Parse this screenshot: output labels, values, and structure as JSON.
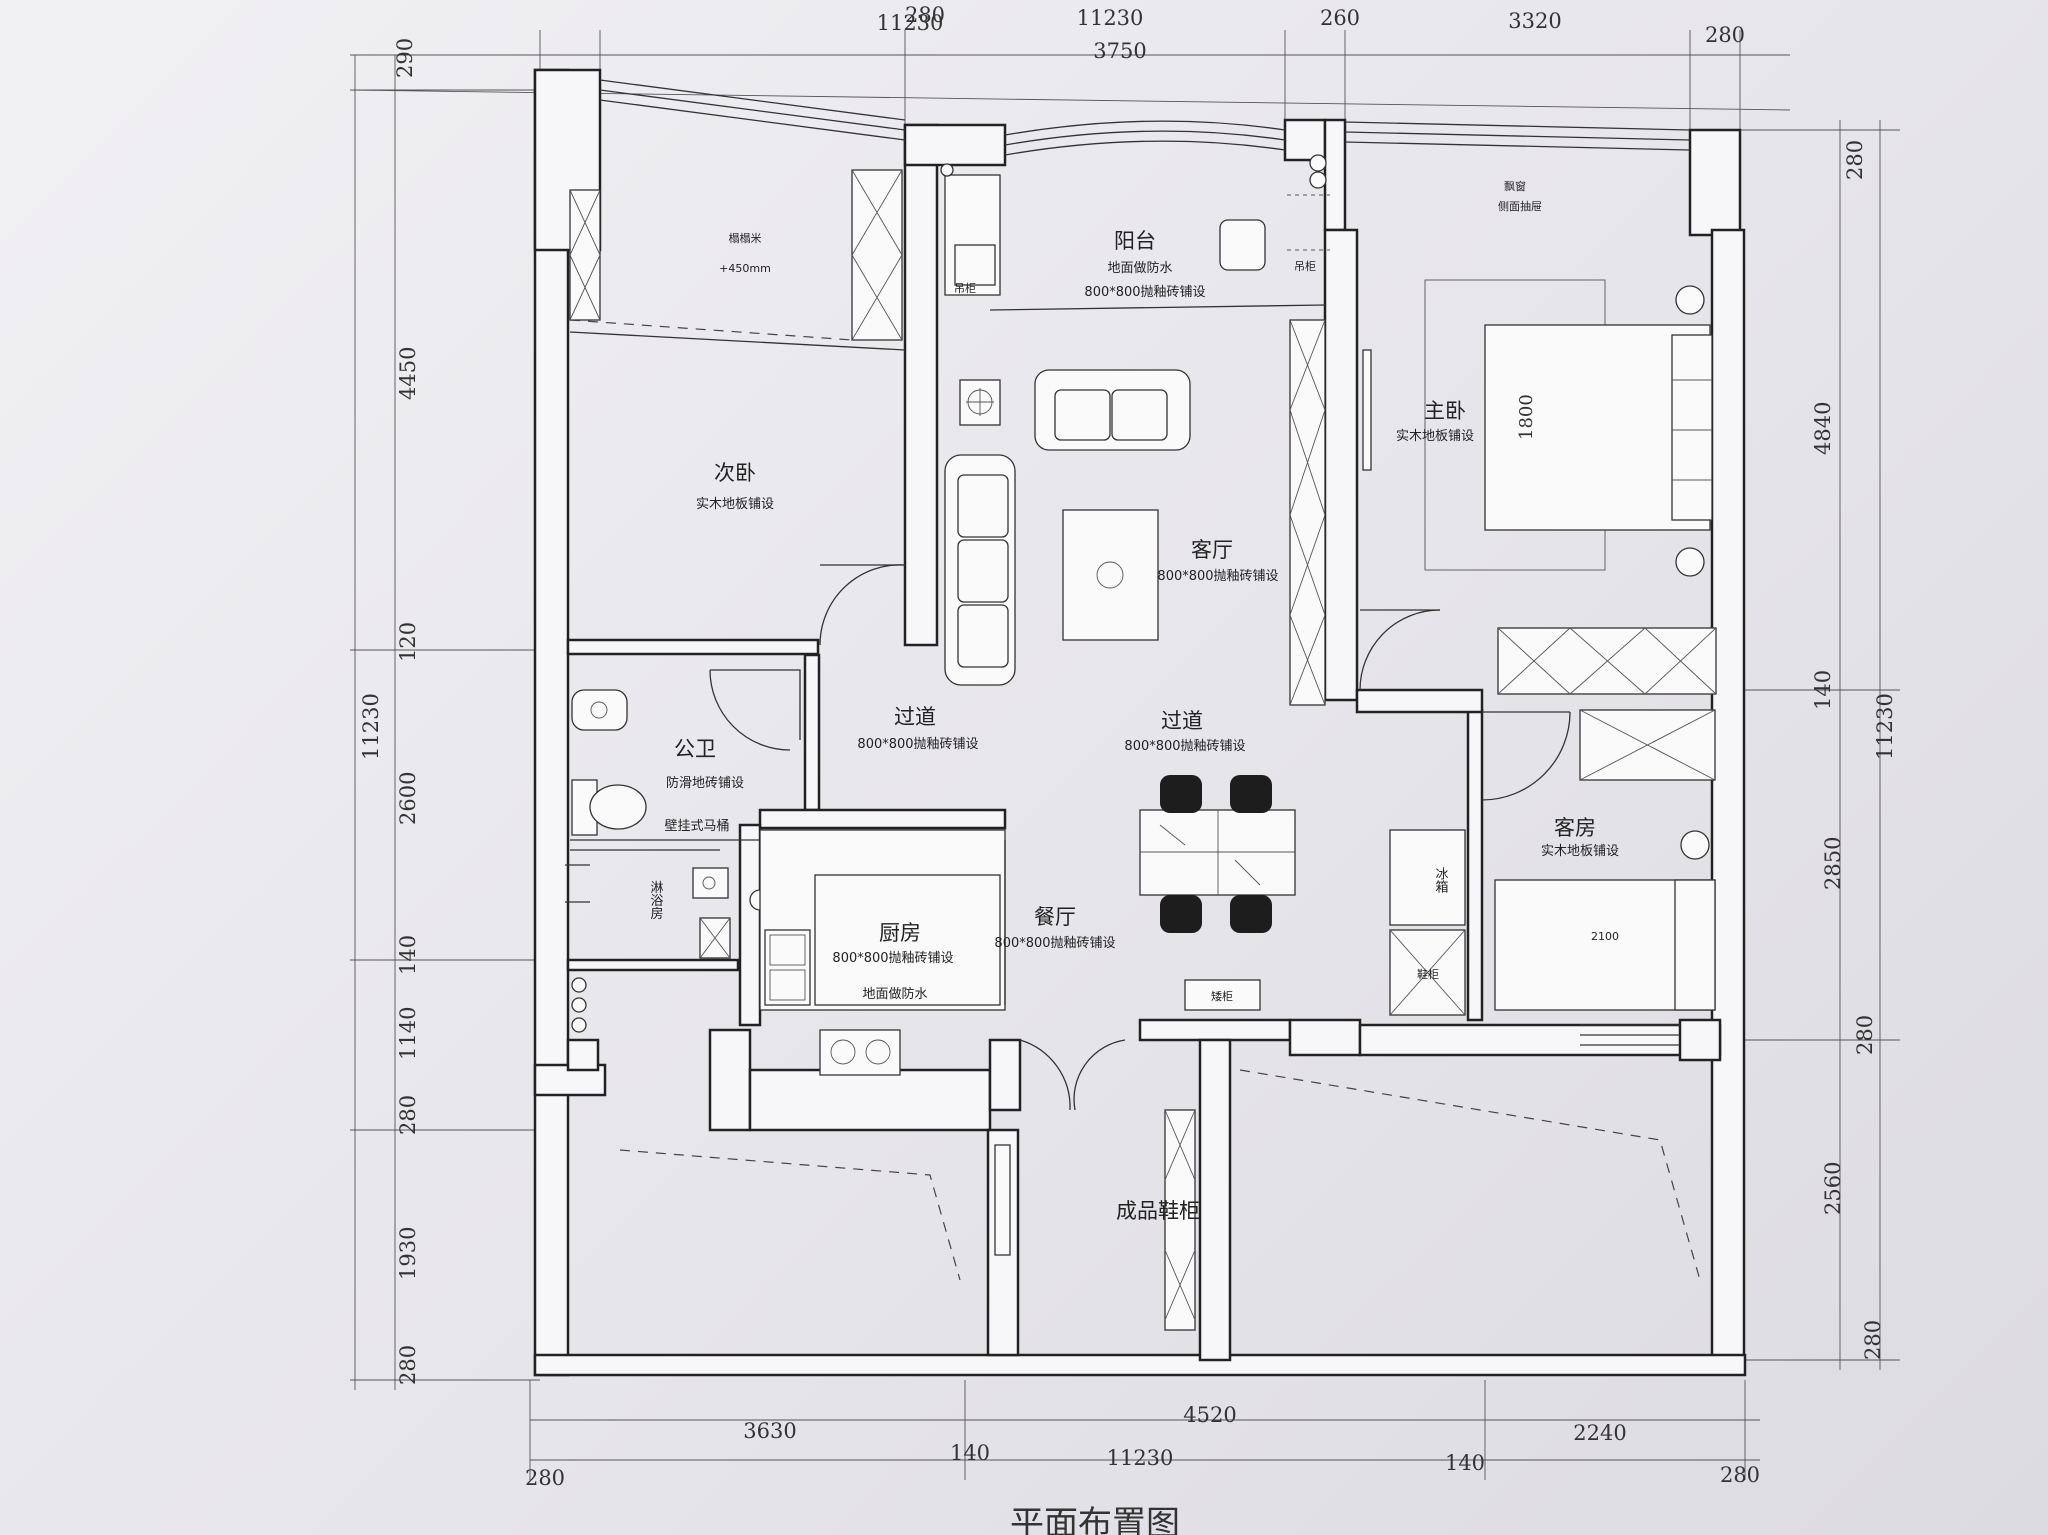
{
  "drawing": {
    "title": "平面布置图"
  },
  "dimensions": {
    "top": [
      "280",
      "11230",
      "3750",
      "260",
      "3320",
      "280"
    ],
    "left": [
      "290",
      "4450",
      "120",
      "11230",
      "2600",
      "140",
      "1140",
      "280",
      "1930",
      "280"
    ],
    "right": [
      "280",
      "4840",
      "140",
      "11230",
      "2850",
      "280",
      "2560",
      "280"
    ],
    "bottom": [
      "3630",
      "140",
      "4520",
      "11230",
      "140",
      "2240",
      "280",
      "280"
    ],
    "bed_widths": [
      "1800",
      "2100"
    ]
  },
  "rooms": {
    "tatami": {
      "name": "榻榻米",
      "note": "+450mm"
    },
    "balcony": {
      "name": "阳台",
      "note1": "地面做防水",
      "note2": "800*800抛釉砖铺设"
    },
    "bay_window": {
      "line1": "飘窗",
      "line2": "侧面抽屉"
    },
    "second_bedroom": {
      "name": "次卧",
      "note": "实木地板铺设"
    },
    "living_room": {
      "name": "客厅",
      "note": "800*800抛釉砖铺设"
    },
    "master_bedroom": {
      "name": "主卧",
      "note": "实木地板铺设"
    },
    "hallway_left": {
      "name": "过道",
      "note": "800*800抛釉砖铺设"
    },
    "hallway_right": {
      "name": "过道",
      "note": "800*800抛釉砖铺设"
    },
    "bathroom": {
      "name": "公卫",
      "note": "防滑地砖铺设",
      "toilet": "壁挂式马桶"
    },
    "shower": {
      "name": "淋浴房"
    },
    "guest_room": {
      "name": "客房",
      "note": "实木地板铺设"
    },
    "kitchen": {
      "name": "厨房",
      "note1": "800*800抛釉砖铺设",
      "note2": "地面做防水"
    },
    "dining": {
      "name": "餐厅",
      "note": "800*800抛釉砖铺设"
    },
    "shoe_cabinet": {
      "name": "成品鞋柜"
    }
  },
  "fixtures": {
    "fridge": "冰箱",
    "sideboard": "矮柜",
    "hanging_cabinet_1": "吊柜",
    "hanging_cabinet_2": "吊柜",
    "shoe_box": "鞋柜"
  }
}
